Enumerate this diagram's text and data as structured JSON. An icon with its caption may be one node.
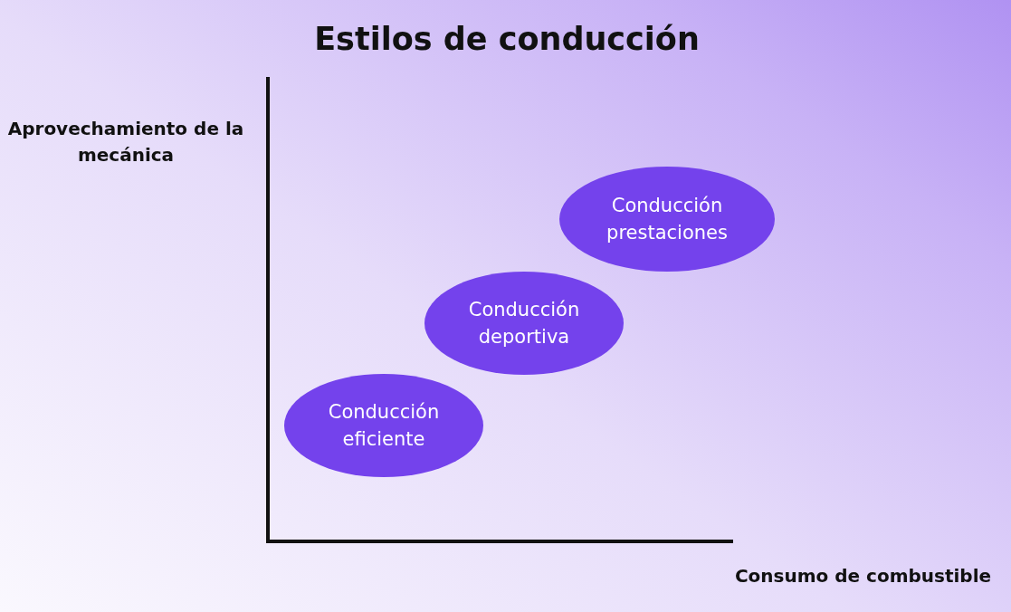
{
  "diagram": {
    "title": "Estilos de conducción",
    "nodes": [
      {
        "text": [
          "Conducción eficiente"
        ]
      },
      {
        "text": [
          "Conducción deportiva"
        ]
      },
      {
        "text": [
          "Conducción prestaciones"
        ]
      }
    ],
    "labels": [
      "Aprovechamiento de la mecánica",
      "Consumo de combustible"
    ]
  }
}
